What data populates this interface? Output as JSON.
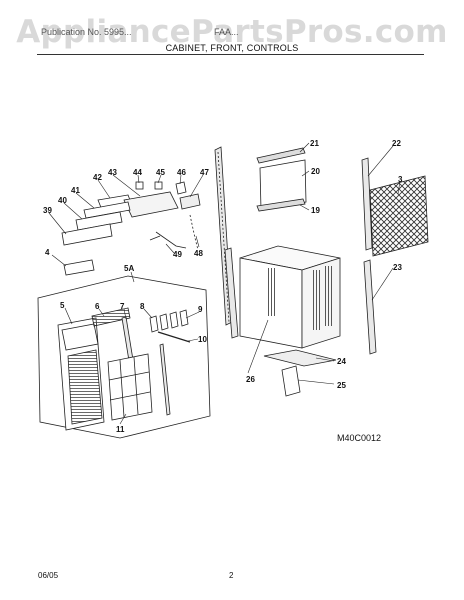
{
  "watermark": "AppliancePartsPros.com",
  "header": {
    "left": "Publication No. 5995...",
    "right": "FAA..."
  },
  "section_title": "CABINET, FRONT, CONTROLS",
  "part_callouts": [
    "21",
    "22",
    "20",
    "3",
    "19",
    "42",
    "43",
    "44",
    "45",
    "46",
    "47",
    "41",
    "40",
    "39",
    "49",
    "48",
    "4",
    "5A",
    "23",
    "5",
    "6",
    "7",
    "8",
    "9",
    "10",
    "26",
    "24",
    "25",
    "11"
  ],
  "model_code": "M40C0012",
  "footer": {
    "date": "06/05",
    "page": "2"
  }
}
